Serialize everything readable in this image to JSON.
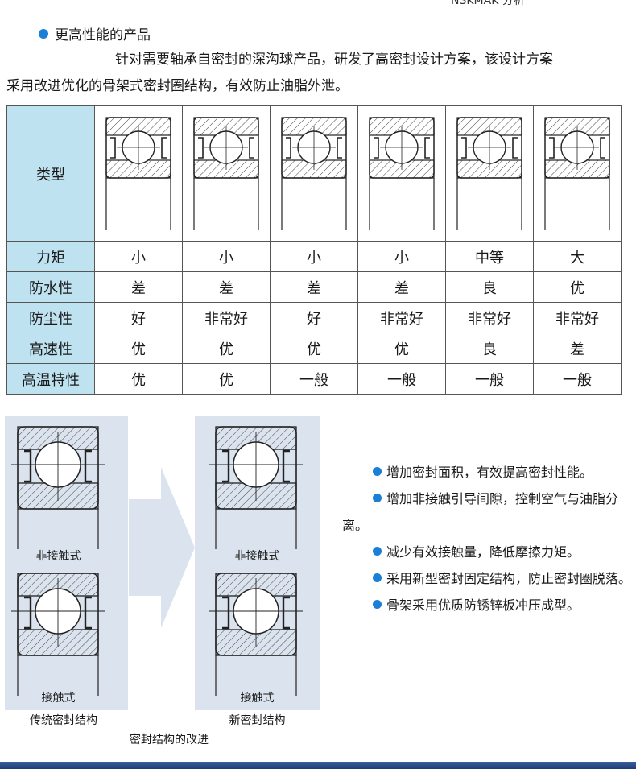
{
  "top_cut_text": "NSKMAK 分析",
  "section": {
    "title": "更高性能的产品"
  },
  "intro": {
    "text_line1": "针对需要轴承自密封的深沟球产品，研发了高密封设计方案，该设计方案",
    "text_line2": "采用改进优化的骨架式密封圈结构，有效防止油脂外泄。"
  },
  "table": {
    "type_label": "类型",
    "rows": [
      {
        "label": "力矩",
        "values": [
          "小",
          "小",
          "小",
          "小",
          "中等",
          "大"
        ]
      },
      {
        "label": "防水性",
        "values": [
          "差",
          "差",
          "差",
          "差",
          "良",
          "优"
        ]
      },
      {
        "label": "防尘性",
        "values": [
          "好",
          "非常好",
          "好",
          "非常好",
          "非常好",
          "非常好"
        ]
      },
      {
        "label": "高速性",
        "values": [
          "优",
          "优",
          "优",
          "优",
          "良",
          "差"
        ]
      },
      {
        "label": "高温特性",
        "values": [
          "优",
          "优",
          "一般",
          "一般",
          "一般",
          "一般"
        ]
      }
    ]
  },
  "diagram": {
    "left": {
      "top_caption": "非接触式",
      "bottom_caption": "接触式",
      "panel_label": "传统密封结构"
    },
    "right": {
      "top_caption": "非接触式",
      "bottom_caption": "接触式",
      "panel_label": "新密封结构"
    },
    "footer": "密封结构的改进"
  },
  "features": [
    "增加密封面积，有效提高密封性能。",
    "增加非接触引导间隙，控制空气与油脂分离。",
    "减少有效接触量，降低摩擦力矩。",
    "采用新型密封固定结构，防止密封圈脱落。",
    "骨架采用优质防锈锌板冲压成型。"
  ],
  "colors": {
    "accent": "#1a7fd6",
    "header_cell": "#bfe2f1",
    "panel": "#dbe4ee",
    "bottom_bar": "#2a4a8a"
  }
}
